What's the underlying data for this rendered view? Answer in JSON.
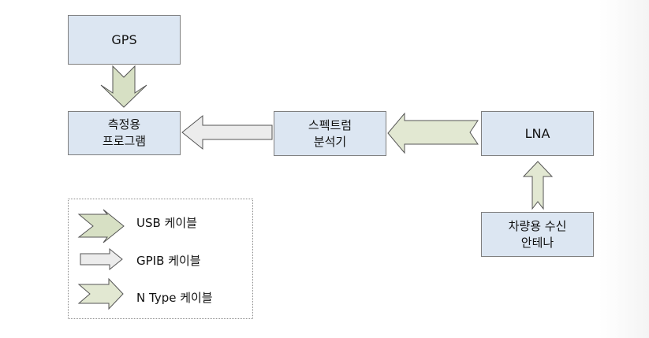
{
  "diagram": {
    "nodes": {
      "gps": {
        "lines": [
          "GPS"
        ]
      },
      "program": {
        "lines": [
          "측정용",
          "프로그램"
        ]
      },
      "spectrum": {
        "lines": [
          "스펙트럼",
          "분석기"
        ]
      },
      "lna": {
        "lines": [
          "LNA"
        ]
      },
      "antenna": {
        "lines": [
          "차량용 수신",
          "안테나"
        ]
      }
    },
    "legend": {
      "usb": "USB 케이블",
      "gpib": "GPIB 케이블",
      "ntype": "N Type 케이블"
    },
    "colors": {
      "box_fill": "#dce6f2",
      "box_border": "#7f7f7f",
      "usb_arrow_fill": "#d7e0c4",
      "gpib_arrow_fill": "#ececec",
      "ntype_arrow_fill": "#e2e8d2",
      "arrow_stroke": "#555555"
    }
  }
}
